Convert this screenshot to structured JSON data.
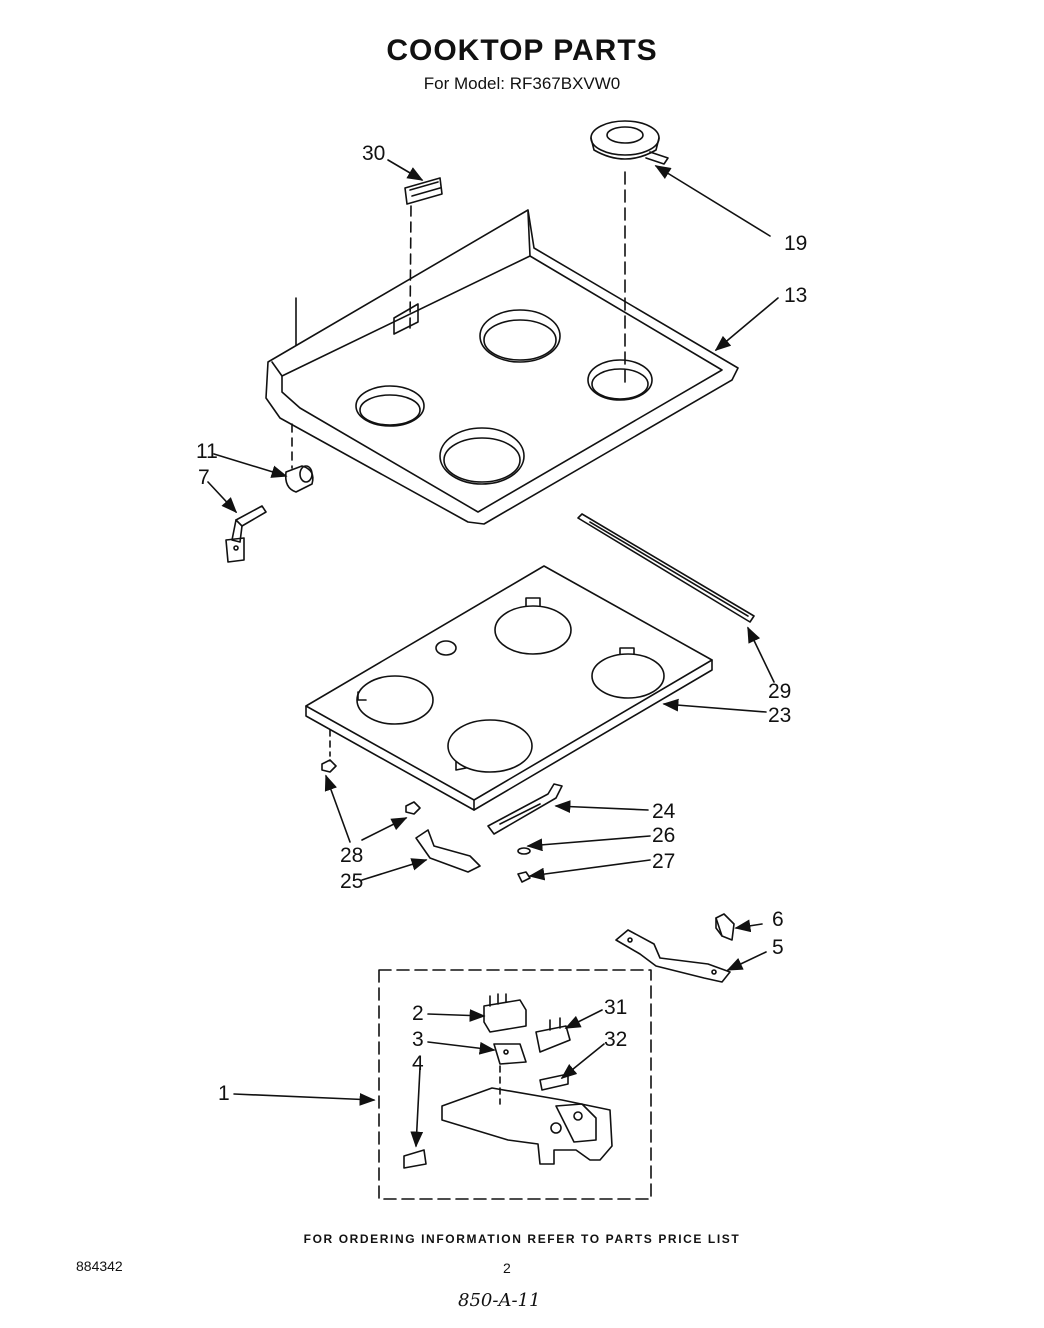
{
  "header": {
    "title": "COOKTOP PARTS",
    "subtitle": "For Model: RF367BXVW0"
  },
  "callouts": [
    "30",
    "19",
    "13",
    "11",
    "7",
    "29",
    "23",
    "24",
    "26",
    "27",
    "28",
    "25",
    "6",
    "5",
    "2",
    "31",
    "3",
    "32",
    "4",
    "1"
  ],
  "footer": {
    "ordering_note": "FOR ORDERING INFORMATION REFER TO PARTS PRICE LIST",
    "document_number": "884342",
    "page_number": "2",
    "handwritten_note": "850-A-11"
  }
}
